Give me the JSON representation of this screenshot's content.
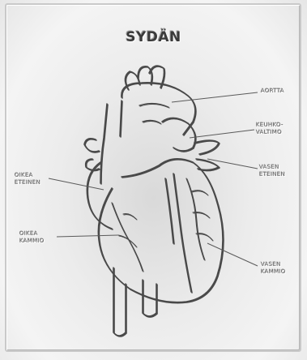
{
  "title": "SYDÄN",
  "labels": {
    "aorta": "AORTTA",
    "keuhkovaltimo": [
      "KEUHKO-",
      "VALTIMO"
    ],
    "vasen_eteinen": [
      "VASEN",
      "ETEINEN"
    ],
    "oikea_eteinen": [
      "OIKEA",
      "ETEINEN"
    ],
    "oikea_kammio": [
      "OIKEA",
      "KAMMIO"
    ],
    "vasen_kammio": [
      "VASEN",
      "KAMMIO"
    ]
  },
  "colors": {
    "background": "#ececec",
    "outline": "#4a4a4a",
    "highlight": "#ffffff",
    "leader_line": "#5a5a5a"
  }
}
